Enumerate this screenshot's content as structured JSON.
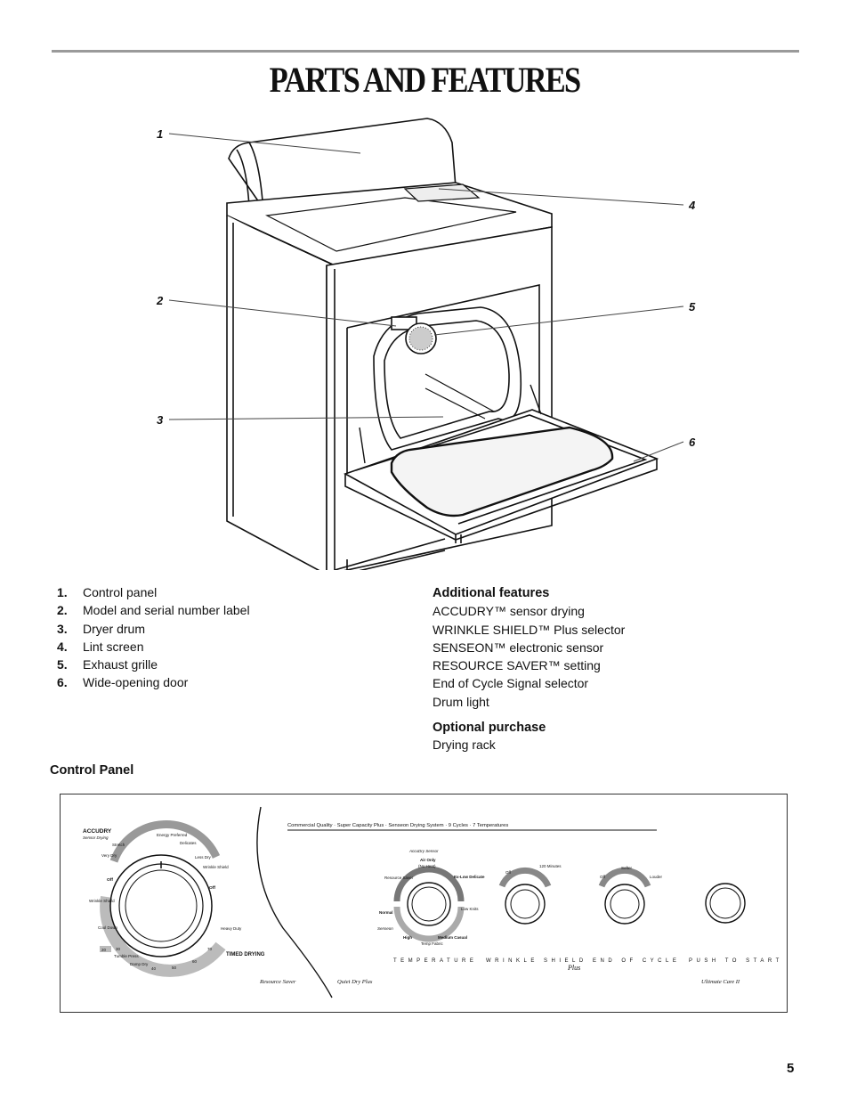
{
  "page": {
    "title": "PARTS AND FEATURES",
    "number": "5"
  },
  "callouts": [
    "1",
    "2",
    "3",
    "4",
    "5",
    "6"
  ],
  "parts": [
    {
      "num": "1.",
      "label": "Control panel"
    },
    {
      "num": "2.",
      "label": "Model and serial number label"
    },
    {
      "num": "3.",
      "label": "Dryer drum"
    },
    {
      "num": "4.",
      "label": "Lint screen"
    },
    {
      "num": "5.",
      "label": "Exhaust grille"
    },
    {
      "num": "6.",
      "label": "Wide-opening door"
    }
  ],
  "additional": {
    "heading": "Additional features",
    "items": [
      "ACCUDRY™ sensor drying",
      "WRINKLE SHIELD™ Plus selector",
      "SENSEON™ electronic sensor",
      "RESOURCE SAVER™ setting",
      "End of Cycle Signal selector",
      "Drum light"
    ]
  },
  "optional": {
    "heading": "Optional purchase",
    "items": [
      "Drying rack"
    ]
  },
  "control_panel": {
    "heading": "Control Panel",
    "banner": "Commercial Quality · Super Capacity Plus · Senseon Drying System · 9 Cycles · 7 Temperatures",
    "accudry": {
      "brand": "ACCUDRY",
      "sub": "Sensor Drying"
    },
    "cycle_labels": [
      "Stretch",
      "Energy Preferred",
      "Delicates",
      "Less Dry",
      "Wrinkle Shield",
      "Off",
      "Very Dry",
      "Off",
      "Wrinkle Shield",
      "Heavy Duty",
      "Cool Down",
      "Tumble Press",
      "Damp Dry",
      "30",
      "20",
      "40",
      "50",
      "60",
      "70",
      "TIMED DRYING"
    ],
    "temperature": {
      "title": "TEMPERATURE",
      "sensor": "AccuDry Sensor",
      "labels": [
        "Air Only",
        "(No Heat)",
        "Resource Saver",
        "Ex-Low Delicate",
        "Low Knits",
        "Normal",
        "Senseon",
        "High",
        "Temp Fabric",
        "Medium Casual"
      ]
    },
    "wrinkle": {
      "title": "WRINKLE SHIELD",
      "plus": "Plus",
      "labels": [
        "Off",
        "120 Minutes"
      ]
    },
    "end_cycle": {
      "title": "END OF CYCLE",
      "labels": [
        "Off",
        "Softer",
        "Louder"
      ]
    },
    "start": {
      "title": "PUSH TO START"
    },
    "footer": [
      "Resource Saver",
      "Quiet Dry Plus",
      "Ultimate Care II"
    ]
  }
}
